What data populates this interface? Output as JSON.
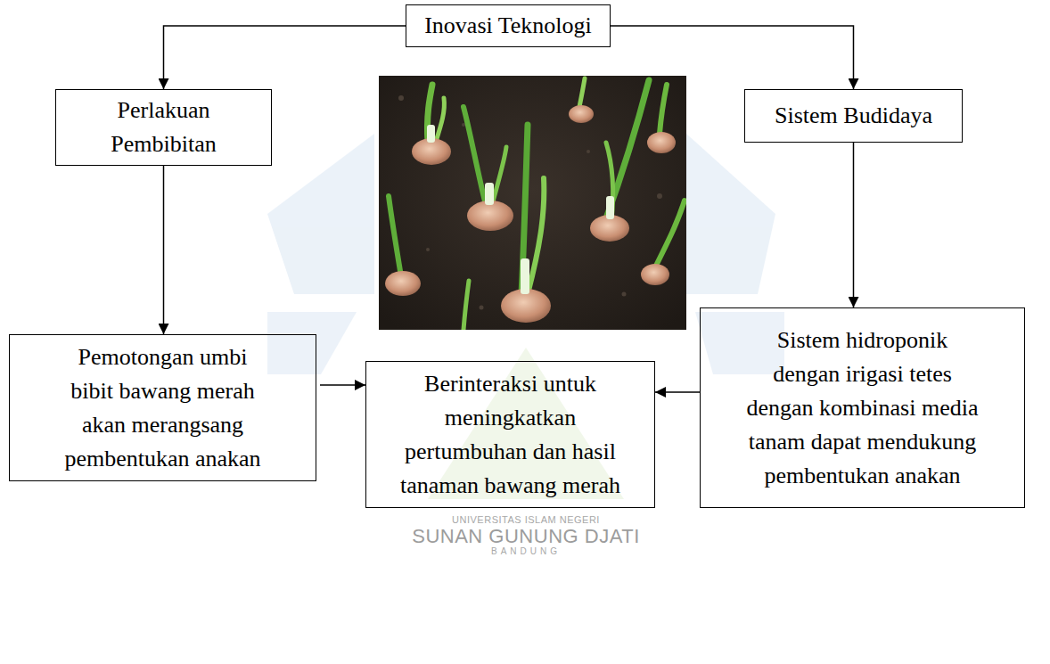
{
  "diagram": {
    "nodes": [
      {
        "text": [
          "Inovasi Teknologi"
        ]
      },
      {
        "text": [
          "Perlakuan Pembibitan"
        ]
      },
      {
        "text": [
          "Sistem Budidaya"
        ]
      },
      {
        "text": [
          "Pemotongan umbi bibit bawang merah akan merangsang pembentukan anakan"
        ]
      },
      {
        "text": [
          "Berinteraksi untuk meningkatkan pertumbuhan dan hasil tanaman bawang merah"
        ]
      },
      {
        "text": [
          "Sistem hidroponik dengan irigasi tetes dengan kombinasi media tanam dapat mendukung pembentukan anakan"
        ]
      }
    ],
    "edges": [
      {
        "from": 0,
        "to": 1,
        "arrow": "to"
      },
      {
        "from": 0,
        "to": 2,
        "arrow": "to"
      },
      {
        "from": 1,
        "to": 3,
        "arrow": "to"
      },
      {
        "from": 2,
        "to": 5,
        "arrow": "to"
      },
      {
        "from": 3,
        "to": 4,
        "arrow": "to"
      },
      {
        "from": 5,
        "to": 4,
        "arrow": "to"
      }
    ],
    "labels": [
      "UNIVERSITAS ISLAM NEGERI",
      "SUNAN GUNUNG DJATI",
      "BANDUNG"
    ]
  }
}
